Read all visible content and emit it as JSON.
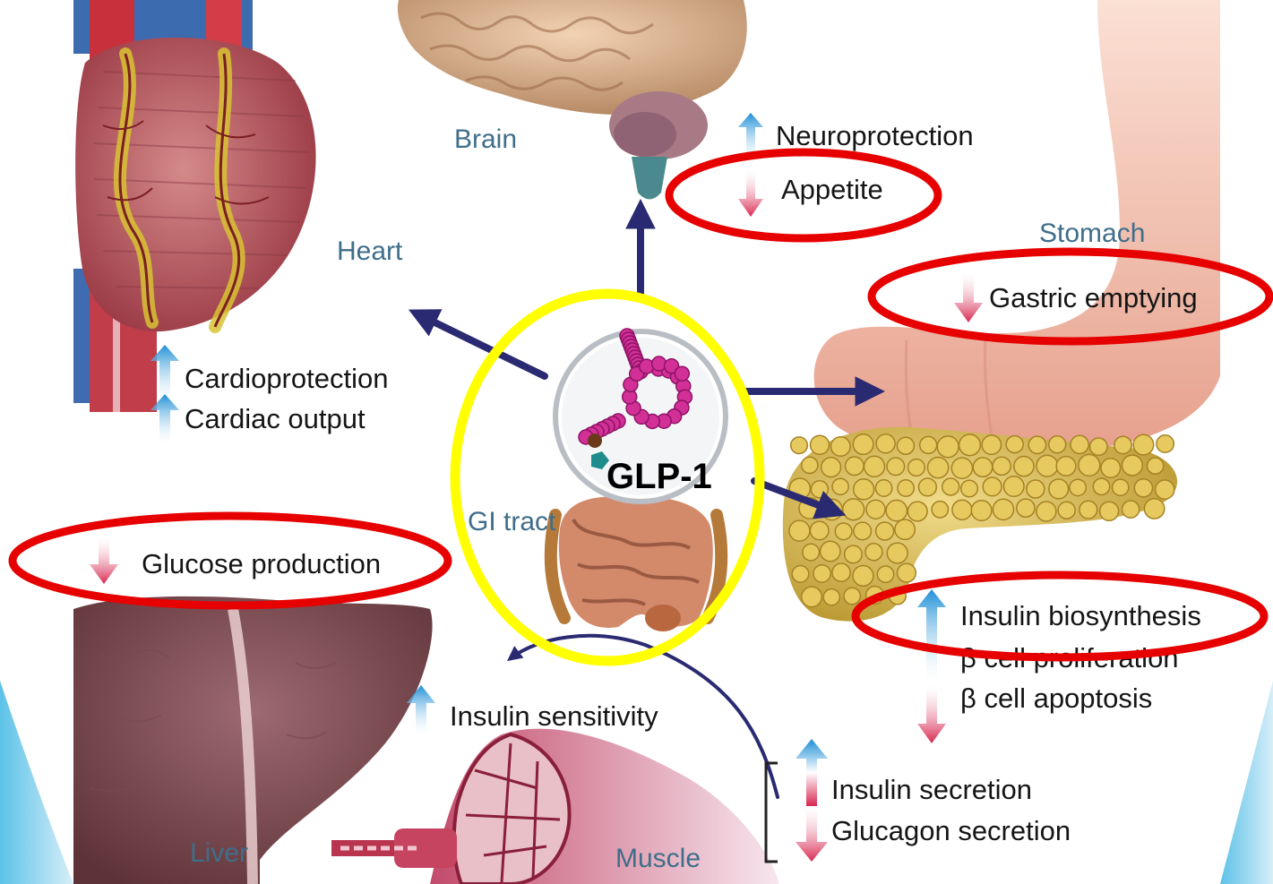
{
  "center": {
    "label": "GLP-1",
    "source": "GI tract"
  },
  "organs": {
    "brain": "Brain",
    "heart": "Heart",
    "stomach": "Stomach",
    "liver": "Liver",
    "muscle": "Muscle"
  },
  "effects": {
    "neuroprotection": {
      "text": "Neuroprotection",
      "direction": "up"
    },
    "appetite": {
      "text": "Appetite",
      "direction": "down",
      "highlighted": true
    },
    "cardioprotection": {
      "text": "Cardioprotection",
      "direction": "up"
    },
    "cardiac_output": {
      "text": "Cardiac output",
      "direction": "up"
    },
    "gastric_emptying": {
      "text": "Gastric emptying",
      "direction": "down",
      "highlighted": true
    },
    "glucose_production": {
      "text": "Glucose production",
      "direction": "down",
      "highlighted": true
    },
    "insulin_biosynthesis": {
      "text": "Insulin biosynthesis",
      "direction": "up",
      "highlighted": true
    },
    "beta_cell_proliferation": {
      "text": "β cell proliferation",
      "direction": "up"
    },
    "beta_cell_apoptosis": {
      "text": "β cell apoptosis",
      "direction": "down"
    },
    "insulin_sensitivity": {
      "text": "Insulin sensitivity",
      "direction": "up"
    },
    "insulin_secretion": {
      "text": "Insulin secretion",
      "direction": "up"
    },
    "glucagon_secretion": {
      "text": "Glucagon secretion",
      "direction": "down"
    }
  },
  "colors": {
    "up_arrow": "#1e8fd6",
    "down_arrow": "#d8264f",
    "pathway_arrow": "#2a2a72",
    "highlight_ring": "#e60000",
    "center_ring": "#ffff00",
    "organ_label": "#3f6e8a"
  }
}
